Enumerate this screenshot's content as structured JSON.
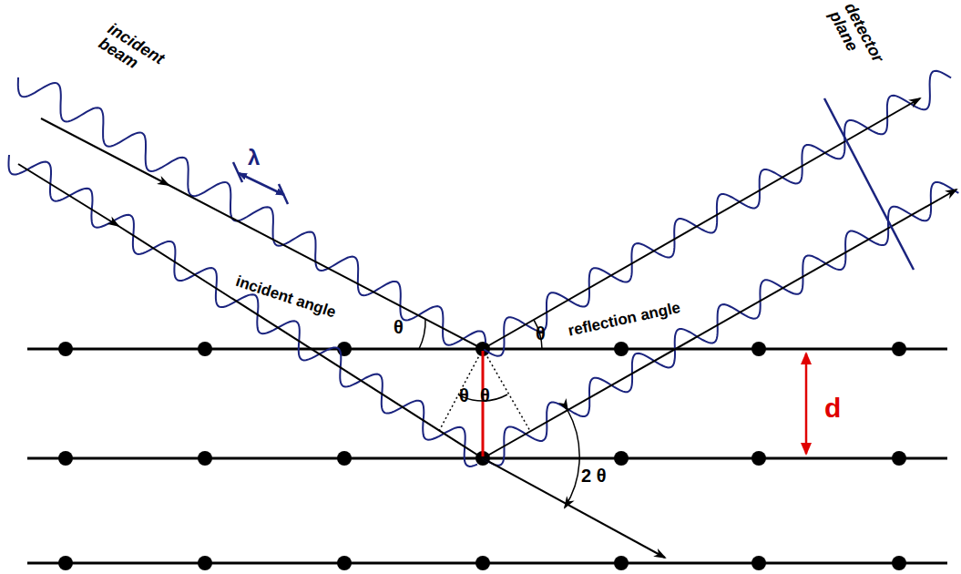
{
  "diagram": {
    "labels": [
      "incident beam",
      "λ",
      "detector plane",
      "incident angle",
      "θ",
      "θ",
      "reflection angle",
      "θ",
      "θ",
      "d",
      "2 θ"
    ]
  }
}
